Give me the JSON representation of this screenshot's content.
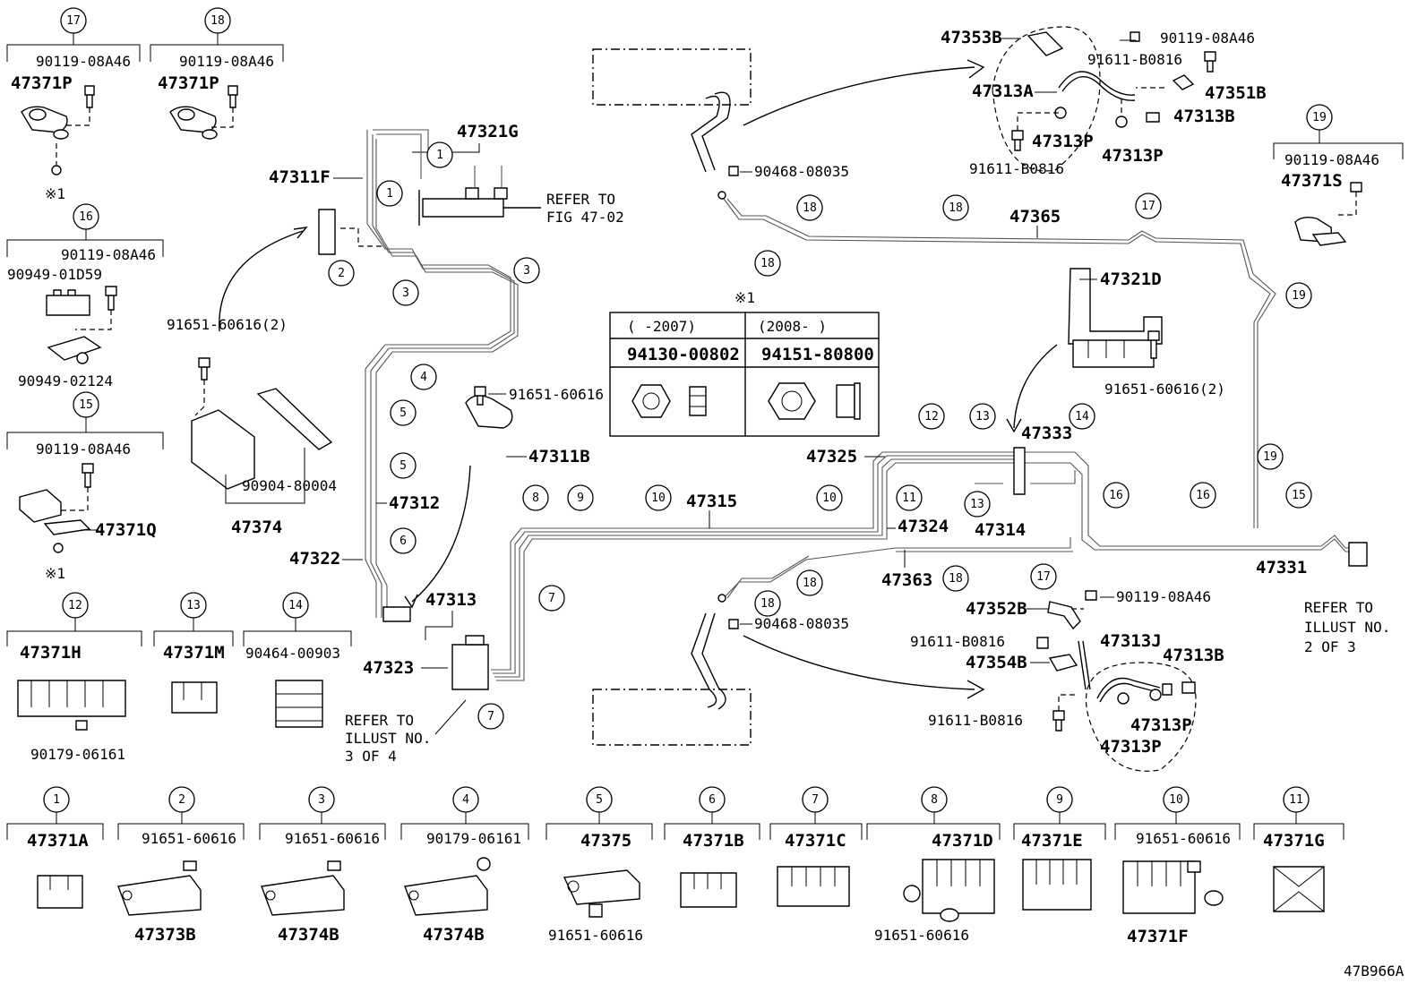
{
  "title": "",
  "diagram_code": "47B966A",
  "footnote_mark": "※1",
  "dash_label": "-2007",
  "range_table": {
    "col1_header": "(   -2007)",
    "col2_header": "(2008-     )",
    "col1_part": "94130-00802",
    "col2_part": "94151-80800"
  },
  "refer_notes": {
    "fig_47_02": [
      "REFER TO",
      "FIG 47-02"
    ],
    "illust_3_of_4": [
      "REFER TO",
      "ILLUST NO.",
      "3 OF 4"
    ],
    "illust_2_of_3": [
      "REFER TO",
      "ILLUST NO.",
      "2 OF 3"
    ]
  },
  "clamp_legend": [
    {
      "no": "17",
      "parts": [
        "90119-08A46",
        "47371P"
      ]
    },
    {
      "no": "18",
      "parts": [
        "90119-08A46",
        "47371P"
      ]
    },
    {
      "no": "16",
      "parts": [
        "90119-08A46",
        "90949-01D59",
        "90949-02124"
      ]
    },
    {
      "no": "15",
      "parts": [
        "90119-08A46",
        "47371Q"
      ]
    },
    {
      "no": "12",
      "parts": [
        "47371H",
        "90179-06161"
      ]
    },
    {
      "no": "13",
      "parts": [
        "47371M"
      ]
    },
    {
      "no": "14",
      "parts": [
        "90464-00903"
      ]
    },
    {
      "no": "19",
      "parts": [
        "90119-08A46",
        "47371S"
      ]
    },
    {
      "no": "1",
      "parts": [
        "47371A"
      ]
    },
    {
      "no": "2",
      "parts": [
        "91651-60616",
        "47373B"
      ]
    },
    {
      "no": "3",
      "parts": [
        "91651-60616",
        "47374B"
      ]
    },
    {
      "no": "4",
      "parts": [
        "90179-06161",
        "47374B"
      ]
    },
    {
      "no": "5",
      "parts": [
        "47375",
        "91651-60616"
      ]
    },
    {
      "no": "6",
      "parts": [
        "47371B"
      ]
    },
    {
      "no": "7",
      "parts": [
        "47371C"
      ]
    },
    {
      "no": "8",
      "parts": [
        "47371D",
        "91651-60616"
      ]
    },
    {
      "no": "9",
      "parts": [
        "47371E"
      ]
    },
    {
      "no": "10",
      "parts": [
        "91651-60616",
        "47371F"
      ]
    },
    {
      "no": "11",
      "parts": [
        "47371G"
      ]
    }
  ],
  "part_labels": {
    "p47321G": "47321G",
    "p47311F": "47311F",
    "p91651_60616_2a": "91651-60616(2)",
    "p90904_80004": "90904-80004",
    "p47374": "47374",
    "p91651_60616a": "91651-60616",
    "p47311B": "47311B",
    "p47312": "47312",
    "p47322": "47322",
    "p47313": "47313",
    "p47323": "47323",
    "p47315": "47315",
    "p47324": "47324",
    "p47325": "47325",
    "p47333": "47333",
    "p47314": "47314",
    "p47363": "47363",
    "p47331": "47331",
    "p47365": "47365",
    "p47321D": "47321D",
    "p91651_60616_2b": "91651-60616(2)",
    "p90468_08035a": "90468-08035",
    "p90468_08035b": "90468-08035",
    "p47353B": "47353B",
    "p91611_B0816a": "91611-B0816",
    "p90119_08A46a": "90119-08A46",
    "p47313A": "47313A",
    "p47351B": "47351B",
    "p47313B_a": "47313B",
    "p47313P_a": "47313P",
    "p47313P_b": "47313P",
    "p91611_B0816b": "91611-B0816",
    "p47352B": "47352B",
    "p90119_08A46b": "90119-08A46",
    "p91611_B0816c": "91611-B0816",
    "p47313J": "47313J",
    "p47354B": "47354B",
    "p47313B_b": "47313B",
    "p91611_B0816d": "91611-B0816",
    "p47313P_c": "47313P",
    "p47313P_d": "47313P"
  },
  "callouts": [
    "1",
    "1",
    "2",
    "3",
    "3",
    "4",
    "5",
    "5",
    "6",
    "7",
    "7",
    "8",
    "9",
    "10",
    "10",
    "11",
    "12",
    "13",
    "13",
    "14",
    "15",
    "16",
    "16",
    "17",
    "17",
    "18",
    "18",
    "18",
    "18",
    "18",
    "18",
    "19",
    "19"
  ]
}
